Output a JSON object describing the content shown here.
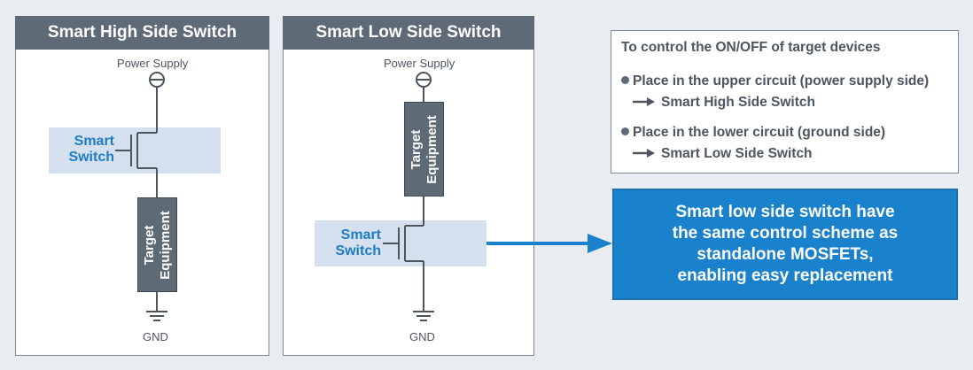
{
  "panels": {
    "high": {
      "title": "Smart High Side Switch",
      "power_label": "Power Supply",
      "switch_label_line1": "Smart",
      "switch_label_line2": "Switch",
      "equip_line1": "Target",
      "equip_line2": "Equipment",
      "gnd_label": "GND"
    },
    "low": {
      "title": "Smart Low Side Switch",
      "power_label": "Power Supply",
      "switch_label_line1": "Smart",
      "switch_label_line2": "Switch",
      "equip_line1": "Target",
      "equip_line2": "Equipment",
      "gnd_label": "GND"
    }
  },
  "info": {
    "heading": "To control the ON/OFF of target devices",
    "items": [
      {
        "text": "Place in the upper circuit (power supply side)",
        "result": "Smart High Side Switch"
      },
      {
        "text": "Place in the lower circuit (ground side)",
        "result": "Smart Low Side Switch"
      }
    ]
  },
  "callout": {
    "lines": [
      "Smart low side switch have",
      "the same control scheme as",
      "standalone MOSFETs,",
      "enabling easy replacement"
    ]
  },
  "colors": {
    "panel_header": "#5f6a77",
    "accent_blue": "#1a82cc",
    "switch_band": "#d5e0ee",
    "switch_text": "#1f7bc2",
    "background": "#e9edf1"
  }
}
